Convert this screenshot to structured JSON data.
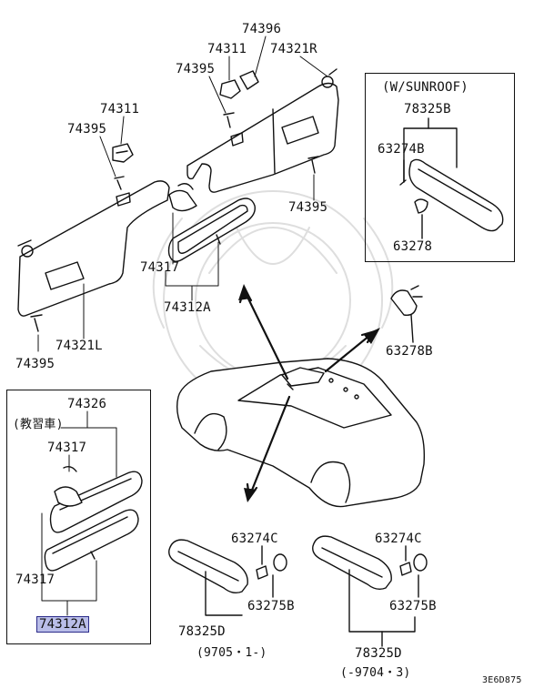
{
  "parts": {
    "p74396": "74396",
    "p74311_top": "74311",
    "p74321R": "74321R",
    "p74395_top": "74395",
    "p74311_left": "74311",
    "p74395_left": "74395",
    "p74395_right": "74395",
    "p74317_mid": "74317",
    "p74312A_mid": "74312A",
    "p74321L": "74321L",
    "p74395_bottom": "74395",
    "p63278B": "63278B",
    "p74326": "74326",
    "p74317_box": "74317",
    "p74317_box_lower": "74317",
    "p74312A_box": "74312A",
    "p63274C_left": "63274C",
    "p63275B_left": "63275B",
    "p78325D_left": "78325D",
    "p63274C_right": "63274C",
    "p63275B_right": "63275B",
    "p78325D_right": "78325D"
  },
  "sunroof": {
    "title": "(W/SUNROOF)",
    "p78325B": "78325B",
    "p63274B": "63274B",
    "p63278": "63278"
  },
  "notes": {
    "instructor_car": "(教習車)",
    "date_left": "(9705・1-)",
    "date_right": "(-9704・3)",
    "diagram_code": "3E6D875"
  },
  "colors": {
    "line": "#111111",
    "highlight_fill": "#b9bde8",
    "watermark": "#d9d9d9"
  }
}
